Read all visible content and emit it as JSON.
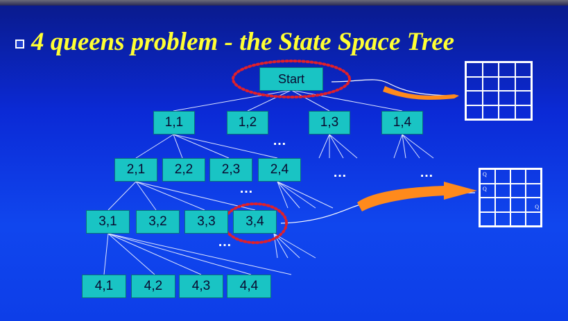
{
  "title": "4 queens problem - the State Space Tree",
  "nodes": {
    "start": "Start",
    "n11": "1,1",
    "n12": "1,2",
    "n13": "1,3",
    "n14": "1,4",
    "n21": "2,1",
    "n22": "2,2",
    "n23": "2,3",
    "n24": "2,4",
    "n31": "3,1",
    "n32": "3,2",
    "n33": "3,3",
    "n34": "3,4",
    "n41": "4,1",
    "n42": "4,2",
    "n43": "4,3",
    "n44": "4,4"
  },
  "ellipsis": "…",
  "board_state": {
    "queen_label": "Q",
    "queens": [
      {
        "row": 1,
        "col": 1
      },
      {
        "row": 2,
        "col": 1
      },
      {
        "row": 3,
        "col": 4
      }
    ]
  },
  "colors": {
    "background": "#0b2ad6",
    "title": "#ffff33",
    "node_fill": "#19c4c4",
    "highlight_ring": "#e0202a",
    "arrow": "#ff8a1c"
  }
}
